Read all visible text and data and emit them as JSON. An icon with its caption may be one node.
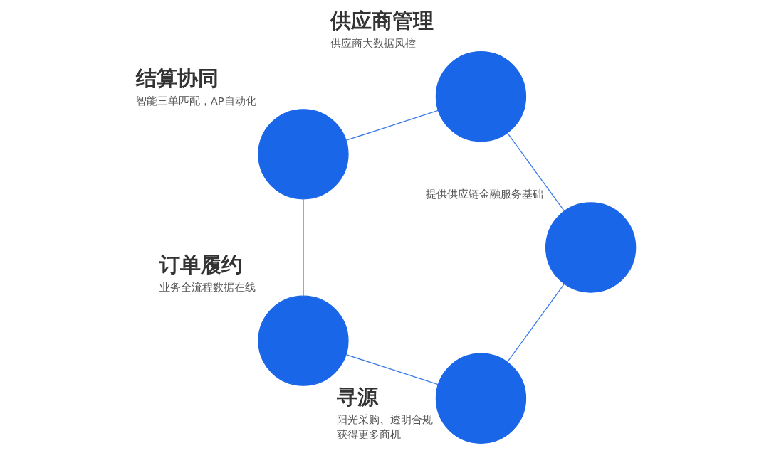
{
  "diagram": {
    "nodes": [
      {
        "text": [],
        "shape": "circle",
        "beside": [
          "寻源",
          "阳光采购、透明合规",
          "获得更多商机"
        ]
      },
      {
        "text": [],
        "shape": "circle",
        "beside": [
          "订单履约",
          "业务全流程数据在线"
        ]
      },
      {
        "text": [],
        "shape": "circle",
        "beside": [
          "结算协同",
          "智能三单匹配，AP自动化"
        ]
      },
      {
        "text": [],
        "shape": "circle",
        "beside": [
          "供应商管理",
          "供应商大数据风控"
        ]
      },
      {
        "text": [],
        "shape": "circle",
        "beside": [
          "提供供应链金融服务基础"
        ]
      }
    ],
    "edges": [
      {
        "from": 0,
        "to": 1,
        "arrow": "none"
      },
      {
        "from": 1,
        "to": 2,
        "arrow": "none"
      },
      {
        "from": 2,
        "to": 3,
        "arrow": "none"
      },
      {
        "from": 3,
        "to": 4,
        "arrow": "none"
      },
      {
        "from": 4,
        "to": 0,
        "arrow": "none"
      }
    ]
  }
}
